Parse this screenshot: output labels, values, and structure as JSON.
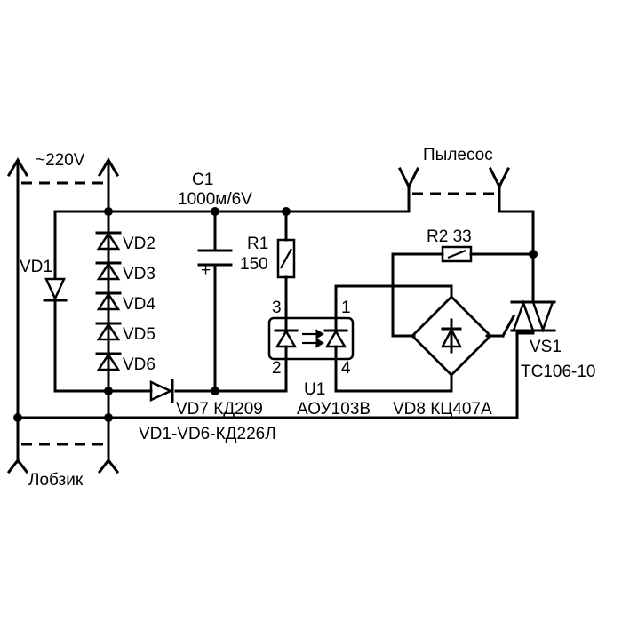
{
  "labels": {
    "mains": "~220V",
    "vacuum": "Пылесос",
    "jigsaw": "Лобзик",
    "c1_name": "C1",
    "c1_value": "1000м/6V",
    "vd1": "VD1",
    "vd2": "VD2",
    "vd3": "VD3",
    "vd4": "VD4",
    "vd5": "VD5",
    "vd6": "VD6",
    "vd7": "VD7 КД209",
    "vd1_vd6_type": "VD1-VD6-КД226Л",
    "r1_name": "R1",
    "r1_value": "150",
    "r2": "R2 33",
    "u1_name": "U1",
    "u1_type": "АОУ103В",
    "vd8": "VD8 КЦ407А",
    "vs1_name": "VS1",
    "vs1_type": "ТС106-10",
    "pin1": "1",
    "pin2": "2",
    "pin3": "3",
    "pin4": "4",
    "plus": "+"
  }
}
